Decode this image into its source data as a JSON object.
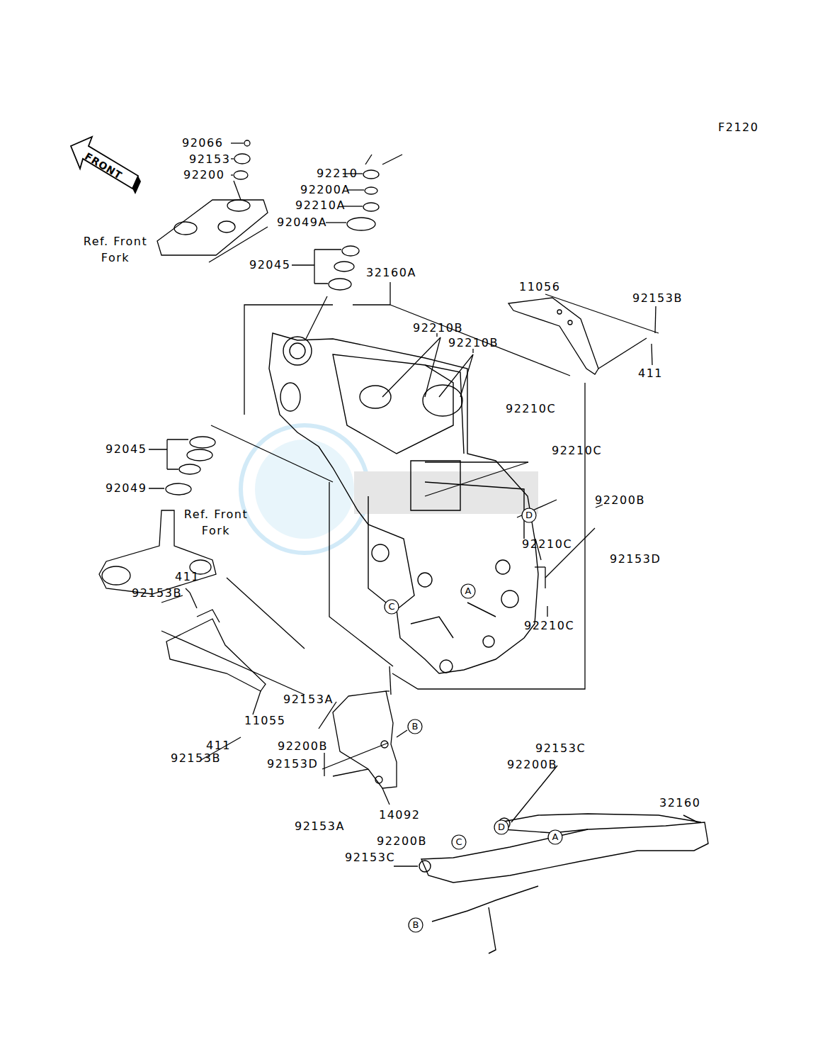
{
  "diagram": {
    "nodes": [
      {
        "text": [
          "FRONT"
        ]
      },
      {
        "text": [
          "D"
        ]
      },
      {
        "text": [
          "A"
        ]
      },
      {
        "text": [
          "C"
        ]
      },
      {
        "text": [
          "B"
        ]
      },
      {
        "text": [
          "D"
        ]
      },
      {
        "text": [
          "A"
        ]
      },
      {
        "text": [
          "C"
        ]
      },
      {
        "text": [
          "B"
        ]
      }
    ],
    "labels": [
      "F2120",
      "92066",
      "92153",
      "92200",
      "Ref. Front Fork",
      "92210",
      "92200A",
      "92210A",
      "92049A",
      "92045",
      "32160A",
      "11056",
      "92153B",
      "92210B",
      "92210B",
      "411",
      "92210C",
      "92210C",
      "92045",
      "92049",
      "Ref. Front Fork",
      "92200B",
      "92210C",
      "92153D",
      "92210C",
      "411",
      "92153B",
      "11055",
      "411",
      "92153B",
      "92153A",
      "92200B",
      "92153D",
      "14092",
      "92153A",
      "92153C",
      "92200B",
      "32160",
      "92200B",
      "92153C"
    ]
  }
}
